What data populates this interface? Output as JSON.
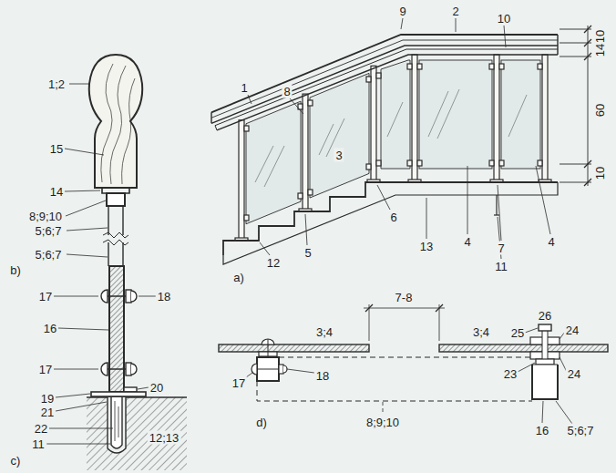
{
  "diagram": {
    "labels": [
      "1;2",
      "15",
      "14",
      "8;9;10",
      "5;6;7",
      "5;6;7",
      "b)",
      "17",
      "18",
      "16",
      "17",
      "19",
      "20",
      "21",
      "22",
      "11",
      "12;13",
      "c)",
      "9",
      "2",
      "10",
      "1",
      "8",
      "3",
      "6",
      "5",
      "12",
      "a)",
      "13",
      "4",
      "7",
      "11",
      "4",
      "10",
      "14",
      "60",
      "10",
      "7-8",
      "26",
      "3;4",
      "3;4",
      "25",
      "24",
      "23",
      "24",
      "17",
      "18",
      "d)",
      "8;9;10",
      "16",
      "5;6;7"
    ]
  }
}
